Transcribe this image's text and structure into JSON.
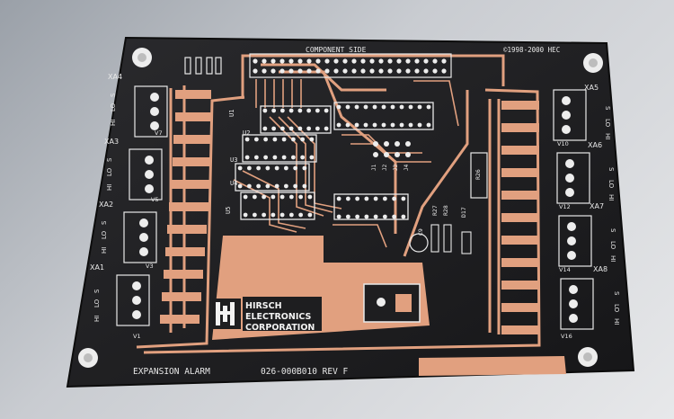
{
  "board": {
    "top_label": "COMPONENT SIDE",
    "copyright": "©1998-2000 HEC",
    "bottom_left": "EXPANSION ALARM",
    "part_number": "026-000B010 REV F",
    "logo_lines": [
      "HIRSCH",
      "ELECTRONICS",
      "CORPORATION"
    ],
    "left_connectors": [
      {
        "name": "XA4",
        "pins": [
          "HI",
          "LO",
          "S"
        ],
        "bottom": "V7"
      },
      {
        "name": "XA3",
        "pins": [
          "HI",
          "LO",
          "S"
        ],
        "bottom": "V5"
      },
      {
        "name": "XA2",
        "pins": [
          "HI",
          "LO",
          "S"
        ],
        "bottom": "V3"
      },
      {
        "name": "XA1",
        "pins": [
          "HI",
          "LO",
          "S"
        ],
        "bottom": "V1"
      }
    ],
    "right_connectors": [
      {
        "name": "XA5",
        "pins": [
          "S",
          "LO",
          "HI"
        ],
        "bottom": "V10"
      },
      {
        "name": "XA6",
        "pins": [
          "S",
          "LO",
          "HI"
        ],
        "bottom": "V12"
      },
      {
        "name": "XA7",
        "pins": [
          "S",
          "LO",
          "HI"
        ],
        "bottom": "V14"
      },
      {
        "name": "XA8",
        "pins": [
          "S",
          "LO",
          "HI"
        ],
        "bottom": "V16"
      }
    ],
    "chip_labels": [
      "U1",
      "U2",
      "U3",
      "U4",
      "U5"
    ],
    "part_labels": [
      "R27",
      "R28",
      "D17",
      "R26",
      "C9",
      "J1",
      "J2",
      "J3",
      "J4"
    ],
    "colors": {
      "board": "#1e1e20",
      "copper": "#e1a07f",
      "silk": "#e8e8e8",
      "hole": "#ededed"
    }
  }
}
